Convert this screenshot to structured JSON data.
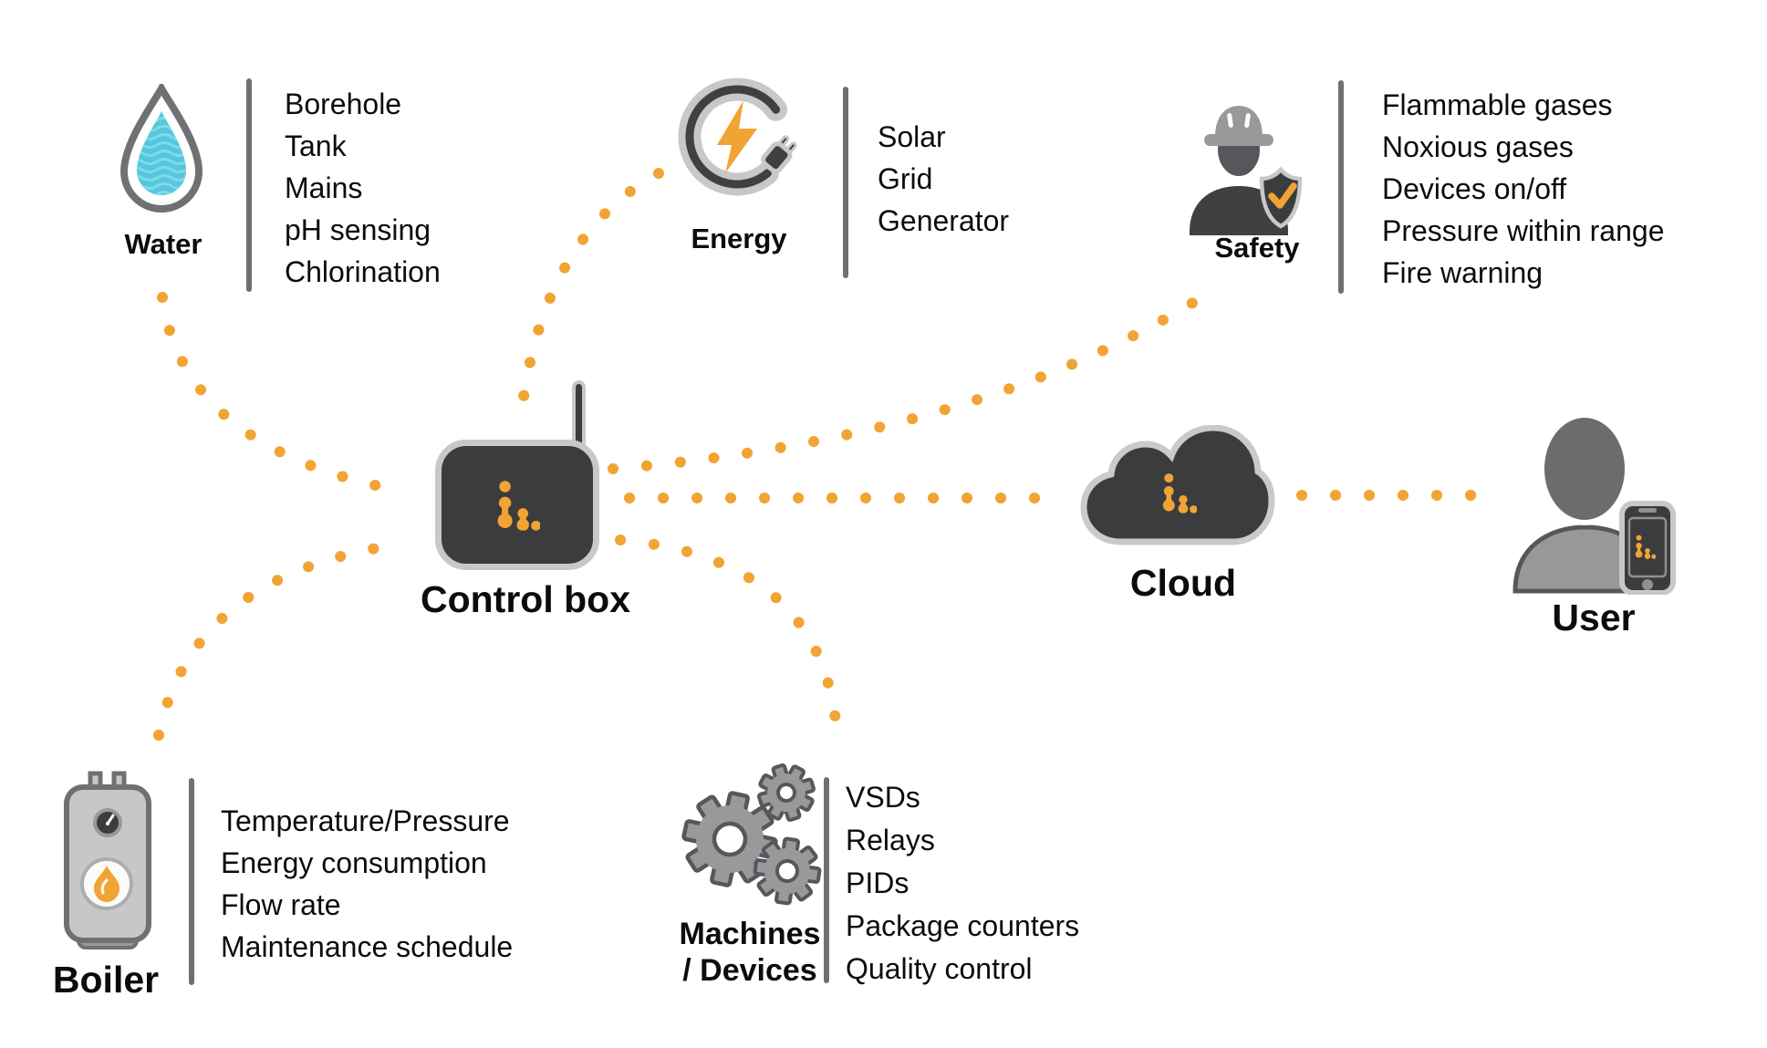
{
  "nodes": {
    "water": {
      "label": "Water",
      "items": [
        "Borehole",
        "Tank",
        "Mains",
        "pH sensing",
        "Chlorination"
      ]
    },
    "energy": {
      "label": "Energy",
      "items": [
        "Solar",
        "Grid",
        "Generator"
      ]
    },
    "safety": {
      "label": "Safety",
      "items": [
        "Flammable gases",
        "Noxious gases",
        "Devices on/off",
        "Pressure within range",
        "Fire warning"
      ]
    },
    "control_box": {
      "label": "Control box"
    },
    "cloud": {
      "label": "Cloud"
    },
    "user": {
      "label": "User"
    },
    "boiler": {
      "label": "Boiler",
      "items": [
        "Temperature/Pressure",
        "Energy consumption",
        "Flow rate",
        "Maintenance schedule"
      ]
    },
    "machines": {
      "label_line1": "Machines",
      "label_line2": "/ Devices",
      "items": [
        "VSDs",
        "Relays",
        "PIDs",
        "Package counters",
        "Quality control"
      ]
    }
  },
  "connections": [
    {
      "from": "Water",
      "to": "Control box"
    },
    {
      "from": "Boiler",
      "to": "Control box"
    },
    {
      "from": "Energy",
      "to": "Control box"
    },
    {
      "from": "Control box",
      "to": "Safety"
    },
    {
      "from": "Control box",
      "to": "Cloud"
    },
    {
      "from": "Control box",
      "to": "Machines / Devices"
    },
    {
      "from": "Cloud",
      "to": "User"
    }
  ],
  "colors": {
    "accent_orange": "#F1A434",
    "dark": "#3B3C3E",
    "light_border": "#C7C8CA",
    "water_blue": "#55C7DE"
  }
}
